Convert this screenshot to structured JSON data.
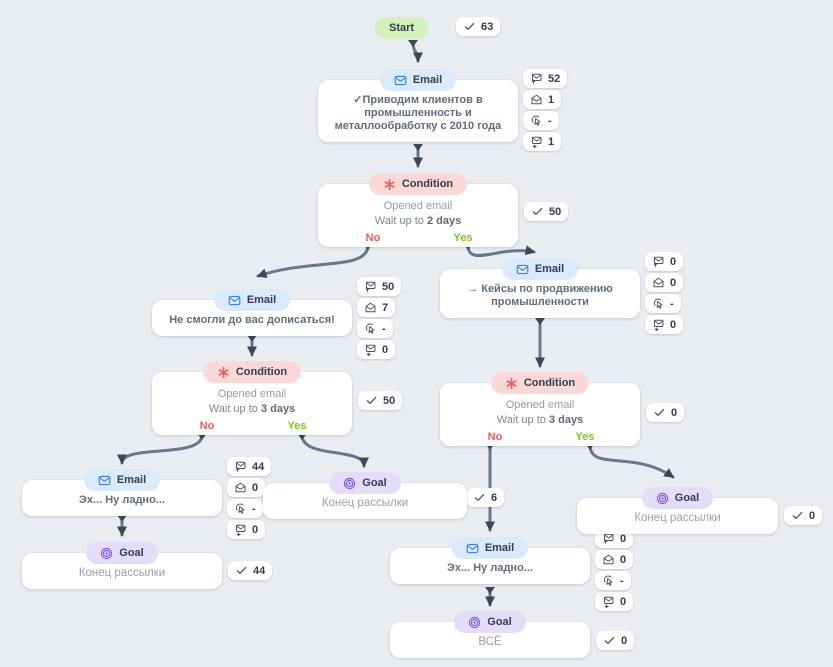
{
  "nodes": {
    "start": {
      "label": "Start"
    },
    "email1": {
      "pill": "Email",
      "title": "✓Приводим клиентов в промышленность и металлообработку с 2010 года"
    },
    "cond1": {
      "pill": "Condition",
      "line1": "Opened email",
      "line2_prefix": "Wait up to ",
      "line2_bold": "2 days",
      "no": "No",
      "yes": "Yes"
    },
    "email2": {
      "pill": "Email",
      "title": "Не смогли до вас дописаться!"
    },
    "cond2": {
      "pill": "Condition",
      "line1": "Opened email",
      "line2_prefix": "Wait up to ",
      "line2_bold": "3 days",
      "no": "No",
      "yes": "Yes"
    },
    "email3": {
      "pill": "Email",
      "title": "Эх... Ну ладно..."
    },
    "goal1": {
      "pill": "Goal",
      "title": "Конец рассылки"
    },
    "goal_mid": {
      "pill": "Goal",
      "title": "Конец рассылки"
    },
    "email4": {
      "pill": "Email",
      "title": "→ Кейсы по продвижению промышленности"
    },
    "cond3": {
      "pill": "Condition",
      "line1": "Opened email",
      "line2_prefix": "Wait up to ",
      "line2_bold": "3 days",
      "no": "No",
      "yes": "Yes"
    },
    "email5": {
      "pill": "Email",
      "title": "Эх... Ну ладно..."
    },
    "goal2": {
      "pill": "Goal",
      "title": "Конец рассылки"
    },
    "goal3": {
      "pill": "Goal",
      "title": "ВСЁ"
    }
  },
  "stats": {
    "start_done": "63",
    "cond1_done": "50",
    "cond2_done": "50",
    "goal1_done": "44",
    "cond3_done": "0",
    "branch_no_count": "6",
    "goal2_done": "0",
    "goal3_done": "0"
  },
  "badge_columns": {
    "email1": {
      "sent": "52",
      "opened": "1",
      "clicked": "-",
      "replied": "1"
    },
    "email2": {
      "sent": "50",
      "opened": "7",
      "clicked": "-",
      "replied": "0"
    },
    "email3": {
      "sent": "44",
      "opened": "0",
      "clicked": "-",
      "replied": "0"
    },
    "email4": {
      "sent": "0",
      "opened": "0",
      "clicked": "-",
      "replied": "0"
    },
    "email5": {
      "sent": "0",
      "opened": "0",
      "clicked": "-",
      "replied": "0"
    }
  },
  "colors": {
    "background": "#e9edf2",
    "start_pill": "#d3f2bb",
    "email_pill": "#d9eafc",
    "condition_pill": "#fbd8d8",
    "goal_pill": "#e4dcf9",
    "email_icon": "#3d7ef2",
    "condition_icon": "#f0615f",
    "goal_icon": "#7a4ff0",
    "edge": "#66788a",
    "arrowhead": "#3d4856",
    "no_label": "#f25c5c",
    "yes_label": "#7fc81c"
  }
}
